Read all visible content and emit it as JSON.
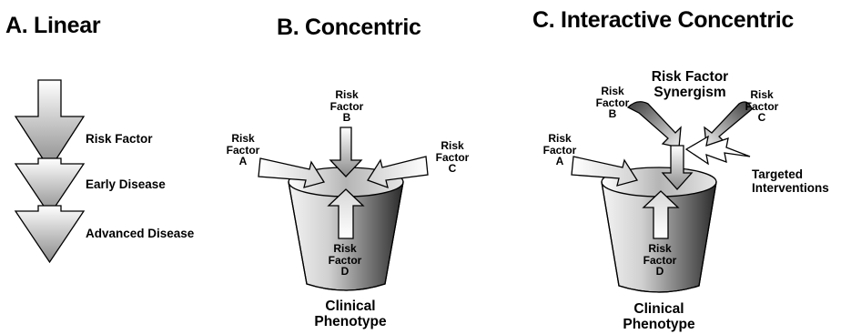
{
  "panels": {
    "linear": {
      "title": "A. Linear",
      "stages": [
        "Risk Factor",
        "Early Disease",
        "Advanced Disease"
      ]
    },
    "concentric": {
      "title": "B. Concentric",
      "factor_a": [
        "Risk",
        "Factor",
        "A"
      ],
      "factor_b": [
        "Risk",
        "Factor",
        "B"
      ],
      "factor_c": [
        "Risk",
        "Factor",
        "C"
      ],
      "factor_d": [
        "Risk",
        "Factor",
        "D"
      ],
      "outcome": [
        "Clinical",
        "Phenotype"
      ]
    },
    "interactive": {
      "title": "C. Interactive Concentric",
      "synergism": [
        "Risk Factor",
        "Synergism"
      ],
      "factor_a": [
        "Risk",
        "Factor",
        "A"
      ],
      "factor_b": [
        "Risk",
        "Factor",
        "B"
      ],
      "factor_c": [
        "Risk",
        "Factor",
        "C"
      ],
      "factor_d": [
        "Risk",
        "Factor",
        "D"
      ],
      "interventions": [
        "Targeted",
        "Interventions"
      ],
      "outcome": [
        "Clinical",
        "Phenotype"
      ]
    }
  },
  "colors": {
    "line": "#000000",
    "light": "#ffffff",
    "dark": "#3a3a3a"
  }
}
